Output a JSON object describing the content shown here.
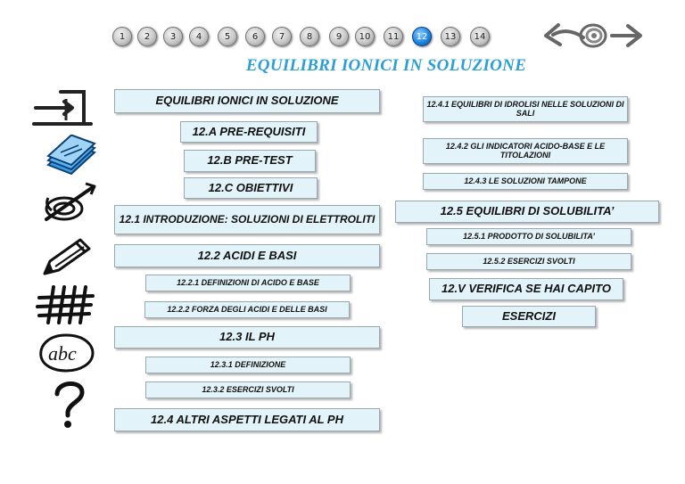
{
  "nav": {
    "chapters": [
      "1",
      "2",
      "3",
      "4",
      "5",
      "6",
      "7",
      "8",
      "9",
      "10",
      "11",
      "12",
      "13",
      "14"
    ],
    "active_chapter": "12"
  },
  "header": {
    "title": "EQUILIBRI IONICI IN SOLUZIONE"
  },
  "left_menu": {
    "main": "EQUILIBRI IONICI IN SOLUZIONE",
    "prereq": "12.A PRE-REQUISITI",
    "pretest": "12.B PRE-TEST",
    "obiettivi": "12.C OBIETTIVI",
    "s121": "12.1 INTRODUZIONE: SOLUZIONI DI ELETTROLITI",
    "s122": "12.2 ACIDI E BASI",
    "s1221": "12.2.1 DEFINIZIONI DI ACIDO E BASE",
    "s1222": "12.2.2 FORZA DEGLI ACIDI E DELLE BASI",
    "s123": "12.3 IL PH",
    "s1231": "12.3.1 DEFINIZIONE",
    "s1232": "12.3.2 ESERCIZI SVOLTI",
    "s124": "12.4 ALTRI ASPETTI  LEGATI AL PH"
  },
  "right_menu": {
    "s1241": "12.4.1 EQUILIBRI DI IDROLISI NELLE SOLUZIONI DI SALI",
    "s1242": "12.4.2 GLI INDICATORI ACIDO-BASE E LE TITOLAZIONI",
    "s1243": "12.4.3 LE SOLUZIONI TAMPONE",
    "s125": "12.5 EQUILIBRI DI SOLUBILITA’",
    "s1251": "12.5.1 PRODOTTO DI SOLUBILITA’",
    "s1252": "12.5.2 ESERCIZI SVOLTI",
    "s12v": "12.V VERIFICA SE HAI CAPITO",
    "esercizi": "ESERCIZI"
  },
  "sidebar_icons": [
    "exit-door-icon",
    "notes-stack-icon",
    "target-arrow-icon",
    "pencil-icon",
    "hashtag-grid-icon",
    "abc-bubble-icon",
    "question-mark-icon"
  ],
  "nav_icons": [
    "back-arrow-icon",
    "home-spiral-icon",
    "forward-arrow-icon"
  ],
  "colors": {
    "accent": "#2a9fd6",
    "box_bg": "#e3f3fa",
    "active_chapter": "#1f86e0"
  }
}
